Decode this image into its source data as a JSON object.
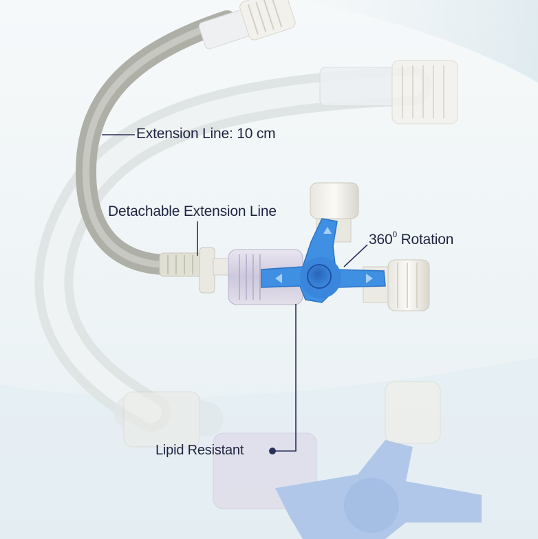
{
  "annotations": {
    "extension_line": "Extension Line: 10 cm",
    "detachable": "Detachable Extension Line",
    "rotation_value": "360",
    "rotation_sup": "0",
    "rotation_text": " Rotation",
    "lipid": "Lipid Resistant"
  },
  "colors": {
    "leader_line": "#2a3156",
    "stopcock_blue": "#3d8ee0",
    "tube_gray": "#b4b6ae",
    "tube_white": "#e6ebec"
  }
}
